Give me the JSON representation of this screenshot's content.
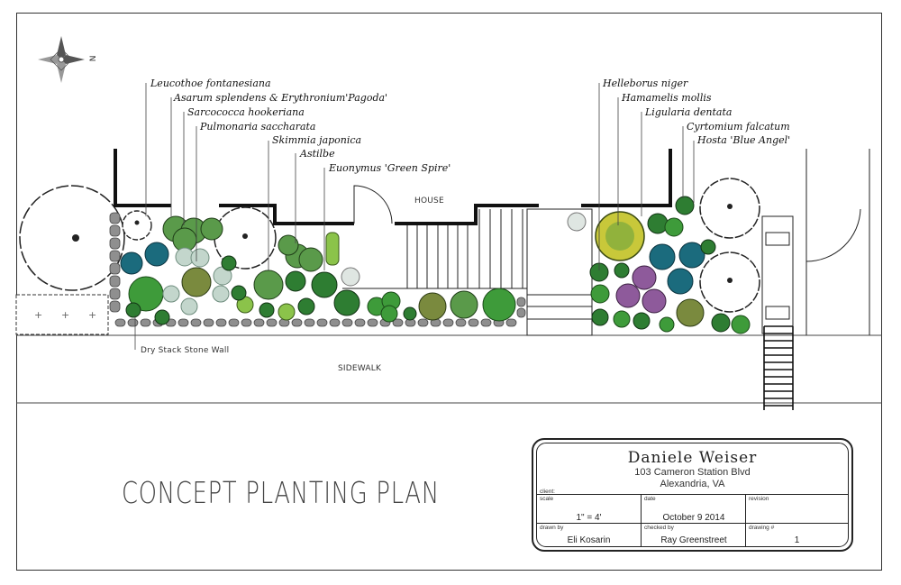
{
  "plan": {
    "north_label": "N",
    "house_label": "HOUSE",
    "sidewalk_label": "SIDEWALK",
    "wall_label": "Dry Stack Stone Wall",
    "left_plants": [
      "Leucothoe fontanesiana",
      "Asarum splendens & Erythronium'Pagoda'",
      "Sarcococca hookeriana",
      "Pulmonaria saccharata",
      "Skimmia japonica",
      "Astilbe",
      "Euonymus 'Green Spire'"
    ],
    "right_plants": [
      "Helleborus niger",
      "Hamamelis mollis",
      "Ligularia dentata",
      "Cyrtomium falcatum",
      "Hosta 'Blue Angel'"
    ]
  },
  "title": "CONCEPT PLANTING PLAN",
  "title_block": {
    "client_caption": "client:",
    "client_name": "Daniele Weiser",
    "address_1": "103 Cameron Station Blvd",
    "address_2": "Alexandria, VA",
    "scale_caption": "scale",
    "scale": "1\" = 4'",
    "date_caption": "date",
    "date": "October 9 2014",
    "revision_caption": "revision",
    "revision": "",
    "drawn_by_caption": "drawn by",
    "drawn_by": "Eli Kosarin",
    "checked_by_caption": "checked by",
    "checked_by": "Ray Greenstreet",
    "drawing_caption": "drawing #",
    "drawing_number": "1"
  },
  "colors": {
    "dark_green": "#2e7d32",
    "mid_green": "#4caf50",
    "light_green": "#8bc34a",
    "blue_teal": "#1b6b7d",
    "purple": "#8e5a9b",
    "yellow_green": "#c8c83a",
    "silver": "#b8c8c0",
    "stone": "#9e9e9e"
  }
}
